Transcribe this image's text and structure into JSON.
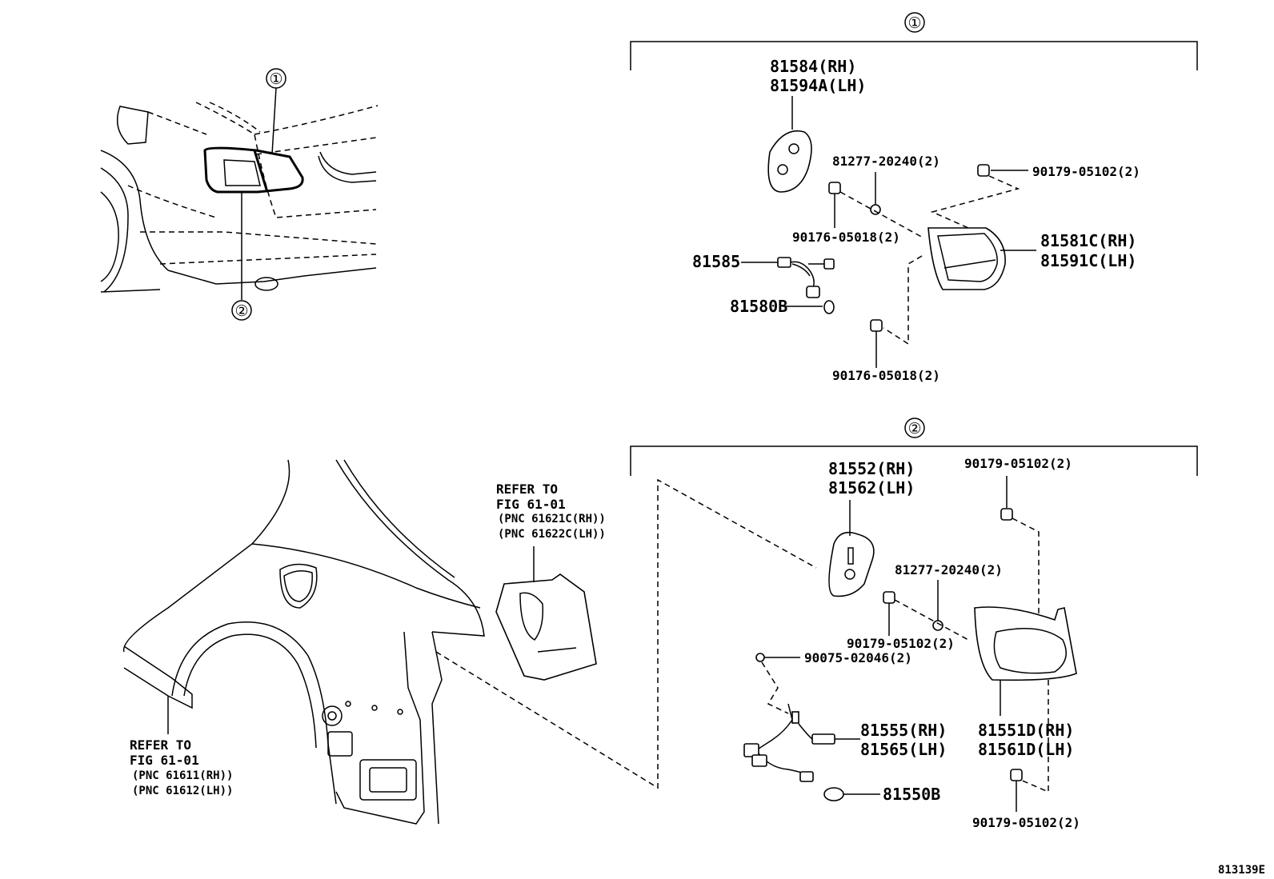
{
  "diagram_id": "813139E",
  "callouts": {
    "one": "①",
    "two": "②"
  },
  "group1": {
    "p81584": "81584(RH)",
    "p81594": "81594A(LH)",
    "p81277": "81277-20240(2)",
    "p90179": "90179-05102(2)",
    "p90176a": "90176-05018(2)",
    "p81581": "81581C(RH)",
    "p81591": "81591C(LH)",
    "p81585": "81585",
    "p81580": "81580B",
    "p90176b": "90176-05018(2)"
  },
  "group2": {
    "refer_a_1": "REFER TO",
    "refer_a_2": "FIG 61-01",
    "refer_a_3": "(PNC 61621C(RH))",
    "refer_a_4": "(PNC 61622C(LH))",
    "p81552": "81552(RH)",
    "p81562": "81562(LH)",
    "p90179a": "90179-05102(2)",
    "p81277": "81277-20240(2)",
    "p90179b": "90179-05102(2)",
    "p90075": "90075-02046(2)",
    "p81555": "81555(RH)",
    "p81565": "81565(LH)",
    "p81551": "81551D(RH)",
    "p81561": "81561D(LH)",
    "p81550": "81550B",
    "p90179c": "90179-05102(2)",
    "refer_b_1": "REFER TO",
    "refer_b_2": "FIG 61-01",
    "refer_b_3": "(PNC 61611(RH))",
    "refer_b_4": "(PNC 61612(LH))"
  }
}
